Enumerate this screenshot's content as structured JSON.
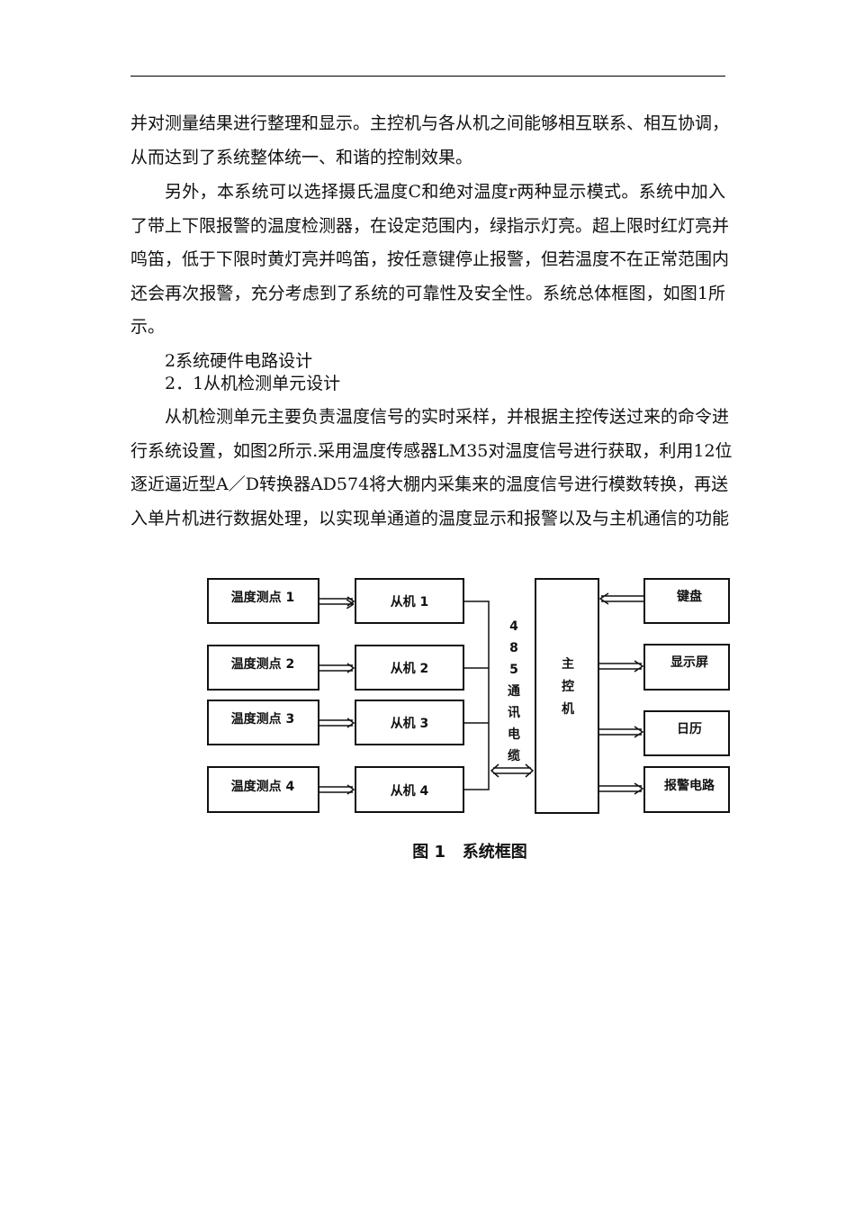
{
  "paragraphs": {
    "p1_lines": [
      "并对测量结果进行整理和显示。主控机与各从机之间能够相互联系、相互协调，",
      "从而达到了系统整体统一、和谐的控制效果。"
    ],
    "p2_lines": [
      "另外，本系统可以选择摄氏温度C和绝对温度r两种显示模式。系统中加入",
      "了带上下限报警的温度检测器，在设定范围内，绿指示灯亮。超上限时红灯亮并",
      "鸣笛，低于下限时黄灯亮并鸣笛，按任意键停止报警，但若温度不在正常范围内",
      "还会再次报警，充分考虑到了系统的可靠性及安全性。系统总体框图，如图1所",
      "示。"
    ],
    "heading_2": "2系统硬件电路设计",
    "heading_2_1": "2．1从机检测单元设计",
    "p3_lines": [
      "从机检测单元主要负责温度信号的实时采样，并根据主控传送过来的命令进",
      "行系统设置，如图2所示.采用温度传感器LM35对温度信号进行获取，利用12位",
      "逐近逼近型A／D转换器AD574将大棚内采集来的温度信号进行模数转换，再送",
      "入单片机进行数据处理，以实现单通道的温度显示和报警以及与主机通信的功能"
    ]
  },
  "figure": {
    "sensors": [
      "温度测点 1",
      "温度测点 2",
      "温度测点 3",
      "温度测点 4"
    ],
    "slaves": [
      "从机 1",
      "从机 2",
      "从机 3",
      "从机 4"
    ],
    "bus_label": [
      "4",
      "8",
      "5",
      "通",
      "讯",
      "电",
      "缆"
    ],
    "master": [
      "主",
      "控",
      "机"
    ],
    "peripherals": [
      "键盘",
      "显示屏",
      "日历",
      "报警电路"
    ],
    "caption": "图 1   系统框图"
  }
}
